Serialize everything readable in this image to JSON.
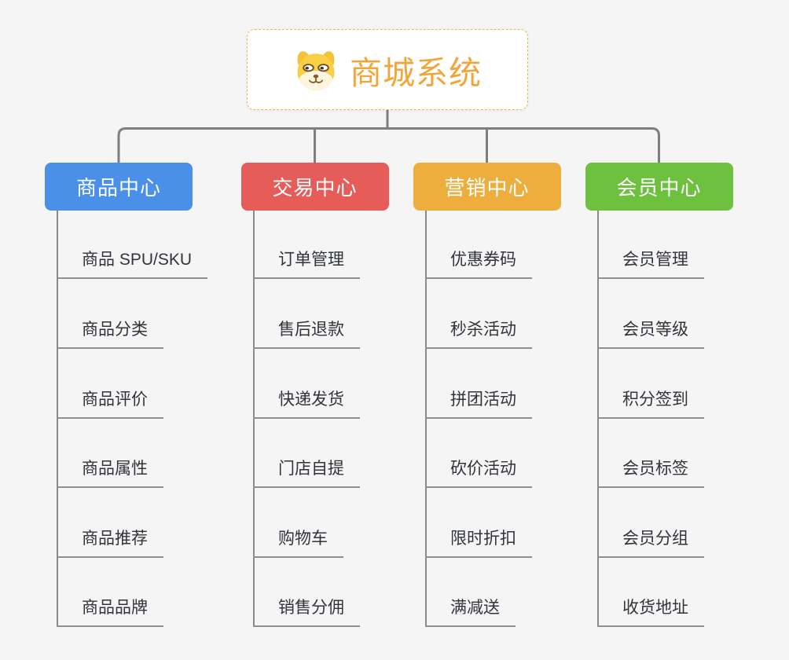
{
  "root": {
    "title": "商城系统",
    "icon": "doge-icon",
    "title_color": "#f0a63c",
    "border_color": "#f0b351"
  },
  "connector_color": "#7f7f7f",
  "branches": [
    {
      "label": "商品中心",
      "color": "#4a90e8",
      "children": [
        "商品 SPU/SKU",
        "商品分类",
        "商品评价",
        "商品属性",
        "商品推荐",
        "商品品牌"
      ]
    },
    {
      "label": "交易中心",
      "color": "#e65c58",
      "children": [
        "订单管理",
        "售后退款",
        "快递发货",
        "门店自提",
        "购物车",
        "销售分佣"
      ]
    },
    {
      "label": "营销中心",
      "color": "#edae3e",
      "children": [
        "优惠券码",
        "秒杀活动",
        "拼团活动",
        "砍价活动",
        "限时折扣",
        "满减送"
      ]
    },
    {
      "label": "会员中心",
      "color": "#6ec13e",
      "children": [
        "会员管理",
        "会员等级",
        "积分签到",
        "会员标签",
        "会员分组",
        "收货地址"
      ]
    }
  ]
}
